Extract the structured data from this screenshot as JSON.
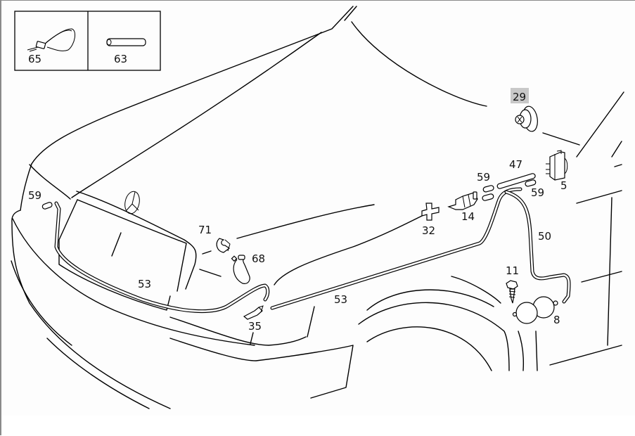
{
  "diagram": {
    "title": "Headlamp / windshield washer hose routing, front end",
    "highlight_color": "#c8c8c8",
    "legend_box": {
      "items": [
        {
          "number": "65",
          "icon": "cable-tie-icon"
        },
        {
          "number": "63",
          "icon": "hose-connector-icon"
        }
      ]
    },
    "parts": [
      {
        "number": "29",
        "icon": "grommet-plug-icon",
        "highlighted": true
      },
      {
        "number": "47",
        "icon": "straight-connector-icon"
      },
      {
        "number": "59",
        "icon": "hose-sleeve-icon"
      },
      {
        "number": "59",
        "icon": "hose-sleeve-icon"
      },
      {
        "number": "59",
        "icon": "hose-sleeve-icon"
      },
      {
        "number": "5",
        "icon": "pump-connector-icon"
      },
      {
        "number": "14",
        "icon": "check-valve-icon"
      },
      {
        "number": "32",
        "icon": "cross-connector-icon"
      },
      {
        "number": "50",
        "icon": "washer-hose-icon"
      },
      {
        "number": "11",
        "icon": "screw-icon"
      },
      {
        "number": "8",
        "icon": "fluid-reservoir-icon"
      },
      {
        "number": "71",
        "icon": "hose-clip-icon"
      },
      {
        "number": "68",
        "icon": "hose-clamp-icon"
      },
      {
        "number": "53",
        "icon": "washer-hose-icon"
      },
      {
        "number": "53",
        "icon": "washer-hose-icon"
      },
      {
        "number": "35",
        "icon": "spray-nozzle-icon"
      }
    ]
  }
}
